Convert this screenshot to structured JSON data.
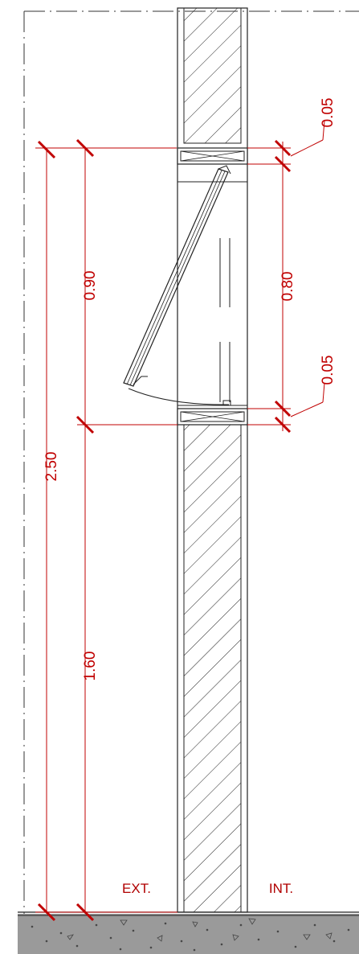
{
  "dimensions": {
    "total_height": "2.50",
    "sill_height": "1.60",
    "window_height": "0.90",
    "glass_height": "0.80",
    "top_frame": "0.05",
    "bottom_frame": "0.05"
  },
  "labels": {
    "exterior": "EXT.",
    "interior": "INT."
  },
  "colors": {
    "dimension": "#c00000",
    "line": "#222222",
    "ground": "#9a9a9a"
  }
}
